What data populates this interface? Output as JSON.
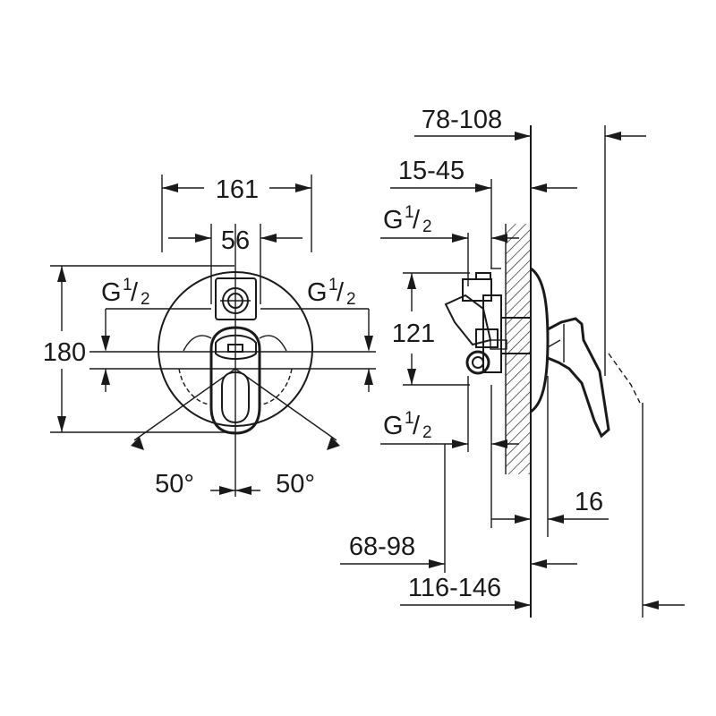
{
  "front_view": {
    "width_overall": "161",
    "width_connections": "56",
    "height_overall": "180",
    "connection_left": {
      "main": "G",
      "sup": "1",
      "sub": "2"
    },
    "connection_right": {
      "main": "G",
      "sup": "1",
      "sub": "2"
    },
    "angle_left": "50°",
    "angle_right": "50°"
  },
  "side_view": {
    "depth_range_top": "78-108",
    "depth_range_mid": "15-45",
    "connection_top": {
      "main": "G",
      "sup": "1",
      "sub": "2"
    },
    "connection_bottom": {
      "main": "G",
      "sup": "1",
      "sub": "2"
    },
    "height_connections": "121",
    "rosette_depth": "16",
    "depth_range_low": "68-98",
    "depth_range_bottom": "116-146"
  }
}
